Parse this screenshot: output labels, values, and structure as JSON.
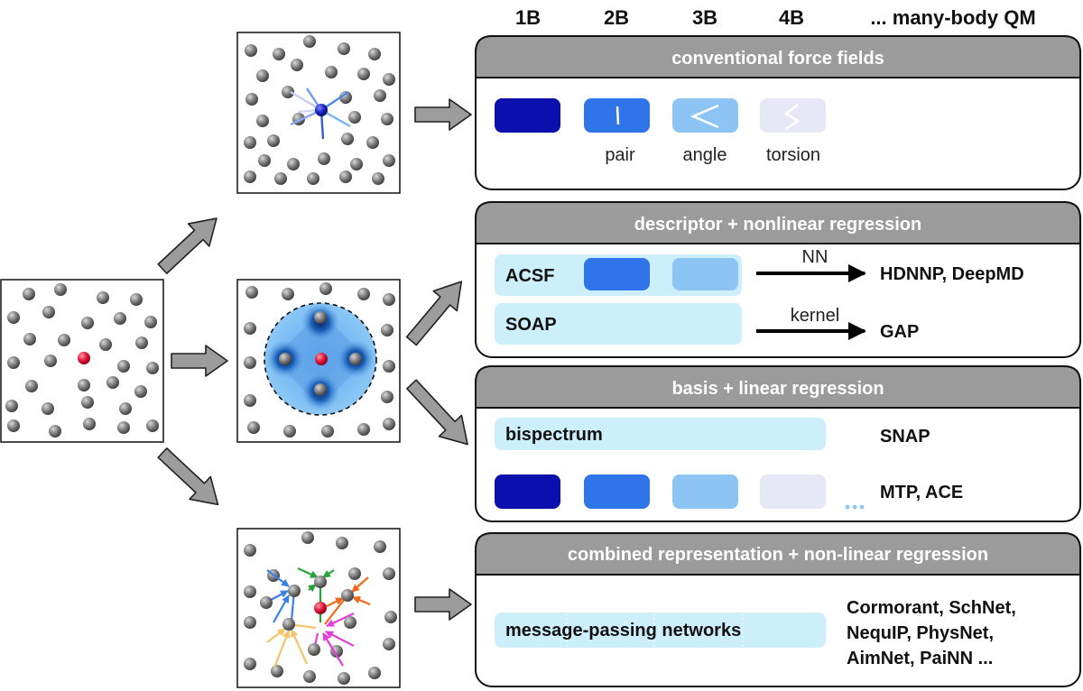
{
  "header": {
    "columns": [
      "1B",
      "2B",
      "3B",
      "4B",
      "... many-body QM"
    ]
  },
  "panels": {
    "conventional": {
      "title": "conventional force fields",
      "labels": [
        "pair",
        "angle",
        "torsion"
      ]
    },
    "descriptor": {
      "title": "descriptor + nonlinear regression",
      "acsf": "ACSF",
      "soap": "SOAP",
      "nn": "NN",
      "kernel": "kernel",
      "hdnnp": "HDNNP, DeepMD",
      "gap": "GAP"
    },
    "basis": {
      "title": "basis + linear regression",
      "bispectrum": "bispectrum",
      "snap": "SNAP",
      "mtp": "MTP, ACE"
    },
    "combined": {
      "title": "combined representation + non-linear regression",
      "mp": "message-passing networks",
      "models": [
        "Cormorant, SchNet,",
        "NequIP, PhysNet,",
        "AimNet, PaiNN ..."
      ]
    }
  },
  "colors": {
    "body1": "#0a0fae",
    "body2": "#2f74e8",
    "body3": "#8cc4f4",
    "body4": "#e6e8f8",
    "light": "#cdeefb",
    "panel_header": "#9b9b9b",
    "atom": "#7a7a7a",
    "central": "#e01c3c"
  }
}
